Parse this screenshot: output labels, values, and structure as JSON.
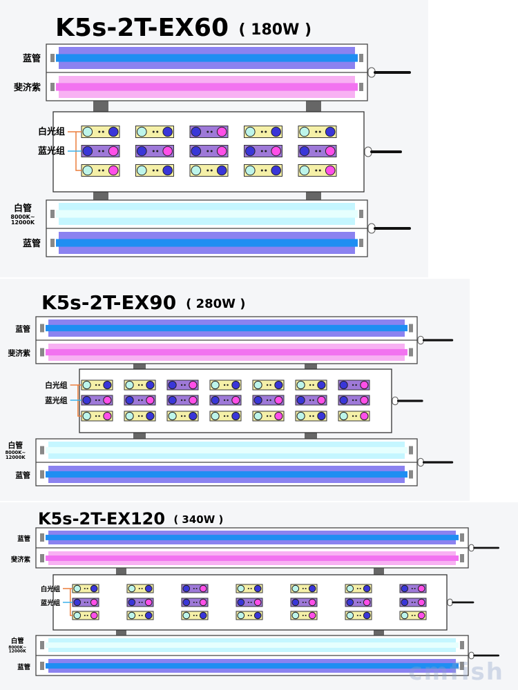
{
  "colors": {
    "blue_tube": "#1f8ef2",
    "blue_glow": "#7e74ee",
    "purple_tube": "#f273f0",
    "purple_glow": "#f7a8f2",
    "white_tube": "#e6fffe",
    "white_glow": "#bff5ff",
    "module_yellow": "#f5f0a8",
    "module_purple": "#9e79d8",
    "led_blue": "#3a36d8",
    "led_white": "#bdf5ea",
    "led_pink": "#ff4fe8",
    "connector": "#888888",
    "bracket": "#666666",
    "line_orange": "#ec7d3a",
    "line_cyan": "#3ab0ea",
    "cable": "#111111"
  },
  "sections": [
    {
      "model": "K5s-2T-EX60",
      "power": "( 180W )",
      "top_unit": {
        "tube1_label": "蓝管",
        "tube2_label": "斐济紫"
      },
      "led_unit": {
        "white_group_label": "白光组",
        "blue_group_label": "蓝光组"
      },
      "bottom_unit": {
        "tube1_label": "白管",
        "tube1_sublabel_1": "8000K~",
        "tube1_sublabel_2": "12000K",
        "tube2_label": "蓝管"
      },
      "modules": [
        [
          "w-y",
          "w-y",
          "b-p",
          "w-y",
          "w-y"
        ],
        [
          "b-p",
          "b-p",
          "b-p",
          "b-p",
          "b-p"
        ],
        [
          "w-p",
          "w-y",
          "w-y",
          "w-y",
          "w-p"
        ]
      ]
    },
    {
      "model": "K5s-2T-EX90",
      "power": "( 280W )",
      "top_unit": {
        "tube1_label": "蓝管",
        "tube2_label": "斐济紫"
      },
      "led_unit": {
        "white_group_label": "白光组",
        "blue_group_label": "蓝光组"
      },
      "bottom_unit": {
        "tube1_label": "白管",
        "tube1_sublabel_1": "8000K~",
        "tube1_sublabel_2": "12000K",
        "tube2_label": "蓝管"
      },
      "modules": [
        [
          "w-y",
          "w-y",
          "b-p",
          "w-y",
          "w-y",
          "w-y",
          "b-p"
        ],
        [
          "b-p",
          "b-p",
          "b-p",
          "b-p",
          "b-p",
          "b-p",
          "b-p"
        ],
        [
          "w-p",
          "w-y",
          "w-y",
          "w-y",
          "w-p",
          "w-y",
          "w-p"
        ]
      ]
    },
    {
      "model": "K5s-2T-EX120",
      "power": "( 340W )",
      "top_unit": {
        "tube1_label": "蓝管",
        "tube2_label": "斐济紫"
      },
      "led_unit": {
        "white_group_label": "白光组",
        "blue_group_label": "蓝光组"
      },
      "bottom_unit": {
        "tube1_label": "白管",
        "tube1_sublabel_1": "8000K~",
        "tube1_sublabel_2": "12000K",
        "tube2_label": "蓝管"
      },
      "modules": [
        [
          "w-y",
          "w-y",
          "b-p",
          "w-y",
          "w-y",
          "w-y",
          "b-p"
        ],
        [
          "b-p",
          "b-p",
          "b-p",
          "b-p",
          "b-p",
          "b-p",
          "b-p"
        ],
        [
          "w-p",
          "w-y",
          "w-y",
          "w-y",
          "w-p",
          "w-y",
          "w-p"
        ]
      ]
    }
  ],
  "watermark": "cmfish"
}
